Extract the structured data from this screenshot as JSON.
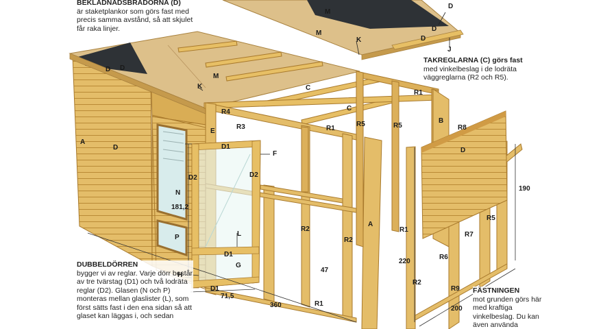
{
  "callouts": {
    "panels": {
      "heading": "BEKLÄDNADSBRÄDORNA (D)",
      "body": "är staketplankor som görs fast med precis samma avstånd, så att skjulet får raka linjer."
    },
    "roof_battens": {
      "heading": "TAKREGLARNA (C) görs fast",
      "body": "med vinkelbeslag i de lodräta väggreglarna (R2 och R5)."
    },
    "double_door": {
      "heading": "DUBBELDÖRREN",
      "body": "bygger vi av reglar. Varje dörr består av tre tvärstag (D1) och två lodräta reglar (D2). Glasen (N och P) monteras mellan glaslister (L), som först sätts fast i den ena sidan så att glaset kan läggas i, och sedan"
    },
    "fastening": {
      "heading": "FÄSTNINGEN",
      "body": "mot grunden görs här med kraftiga vinkelbeslag. Du kan även använda"
    }
  },
  "part_labels": [
    "D",
    "M",
    "M",
    "D",
    "D",
    "K",
    "J",
    "D",
    "D",
    "M",
    "K",
    "C",
    "R1",
    "C",
    "R4",
    "R3",
    "E",
    "R1",
    "R5",
    "R5",
    "B",
    "R8",
    "A",
    "D",
    "D1",
    "F",
    "D2",
    "D2",
    "N",
    "P",
    "L",
    "D1",
    "G",
    "H",
    "D1",
    "R2",
    "R2",
    "A",
    "R1",
    "D",
    "R7",
    "R6",
    "R5",
    "R9",
    "R2",
    "R1",
    "47"
  ],
  "dimensions": {
    "door_height": "181,2",
    "door_width": "71,5",
    "front_length": "360",
    "wall_height": "220",
    "side_height": "190",
    "side_length": "200"
  },
  "colors": {
    "wood_light": "#e9c77a",
    "wood_mid": "#d9ad55",
    "wood_dark": "#b9852f",
    "roof_board": "#ddc08a",
    "roofing_felt": "#2e3236",
    "glass": "#d8ecec"
  }
}
